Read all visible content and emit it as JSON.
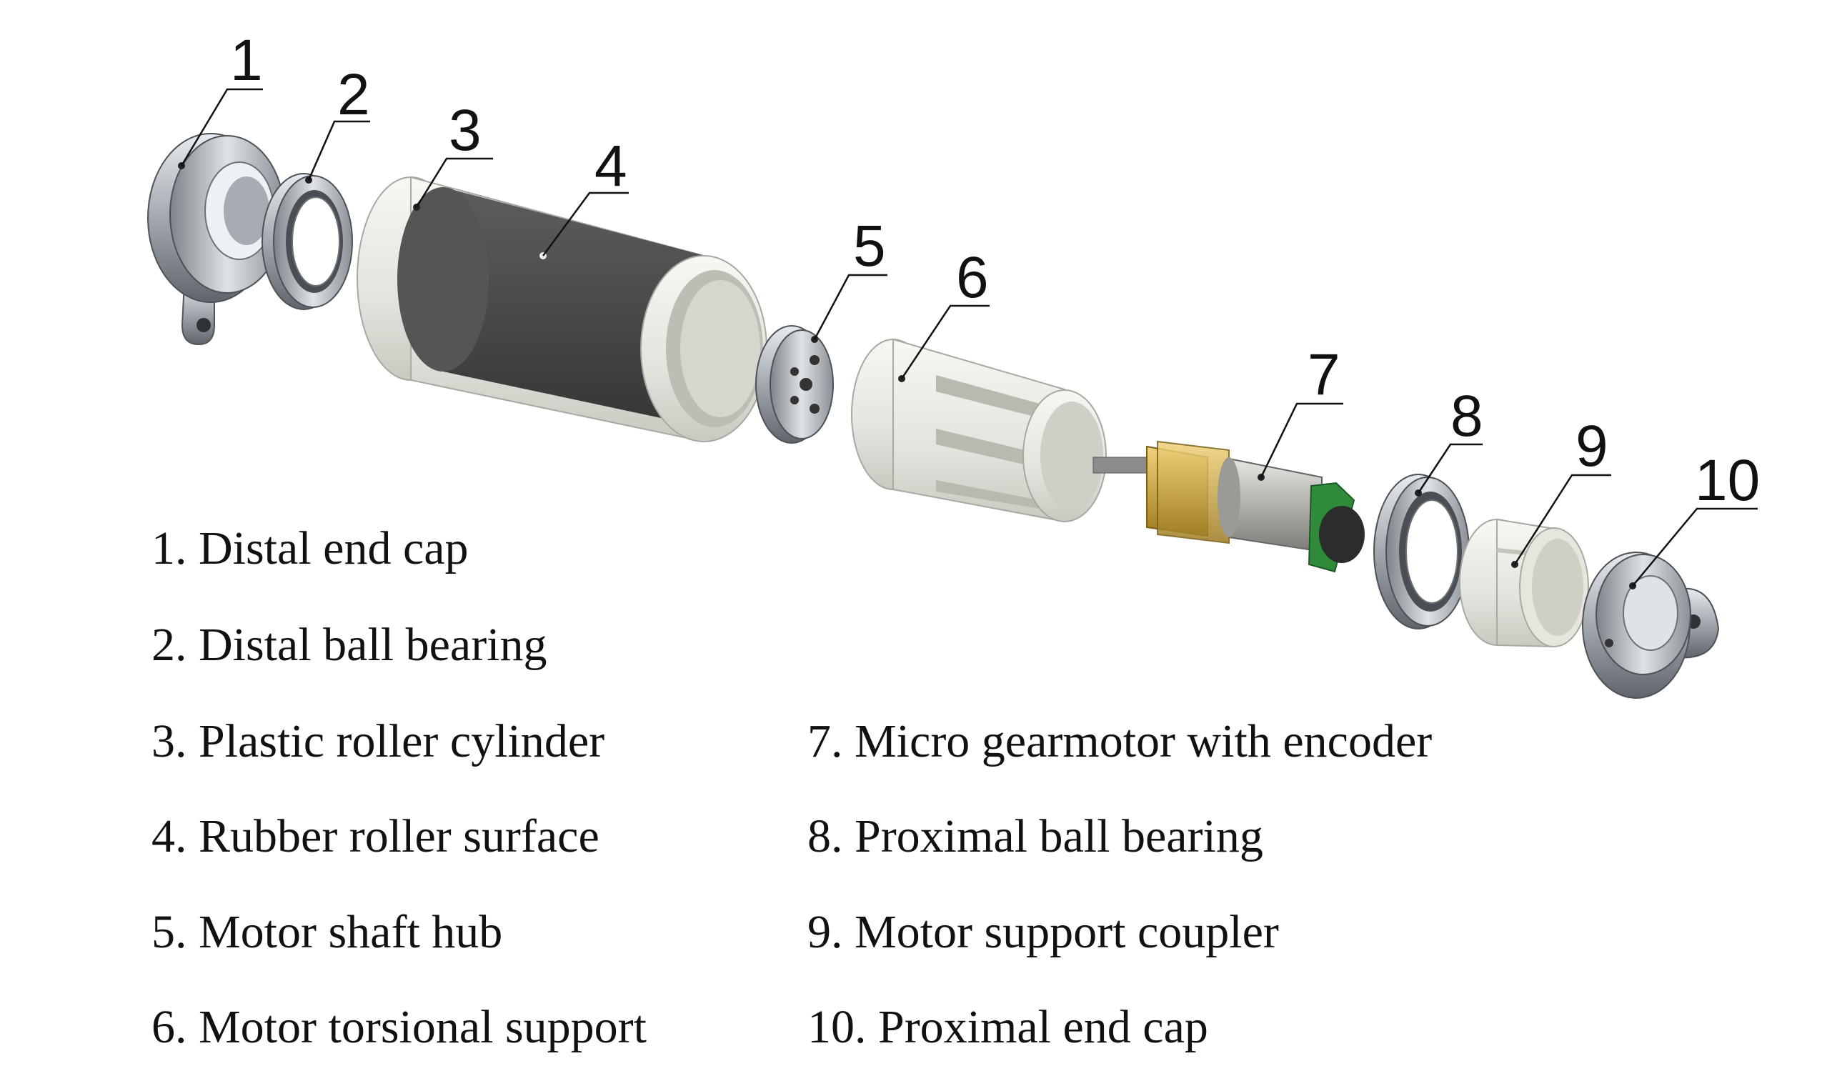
{
  "parts": [
    {
      "number": "1",
      "legend": "1. Distal end cap"
    },
    {
      "number": "2",
      "legend": "2. Distal ball bearing"
    },
    {
      "number": "3",
      "legend": "3. Plastic roller cylinder"
    },
    {
      "number": "4",
      "legend": "4. Rubber roller surface"
    },
    {
      "number": "5",
      "legend": "5. Motor shaft hub"
    },
    {
      "number": "6",
      "legend": "6. Motor torsional support"
    },
    {
      "number": "7",
      "legend": "7. Micro gearmotor with encoder"
    },
    {
      "number": "8",
      "legend": "8. Proximal ball bearing"
    },
    {
      "number": "9",
      "legend": "9. Motor support coupler"
    },
    {
      "number": "10",
      "legend": "10. Proximal end cap"
    }
  ],
  "colors": {
    "metal": "#b9bec3",
    "metal_dark": "#6f757b",
    "plastic": "#e8e8e2",
    "rubber": "#4a4a4a",
    "brass": "#c9a23a",
    "pcb_green": "#2f8a3a",
    "line": "#111111"
  }
}
